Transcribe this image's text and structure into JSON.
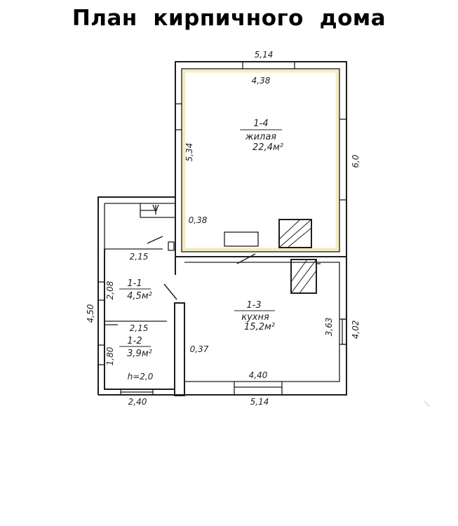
{
  "title": "План  кирпичного  дома",
  "rooms": {
    "living": {
      "number": "1-4",
      "name": "жилая",
      "area": "22,4м²"
    },
    "kitchen": {
      "number": "1-3",
      "name": "кухня",
      "area": "15,2м²"
    },
    "room11": {
      "number": "1-1",
      "area": "4,5м²"
    },
    "room12": {
      "number": "1-2",
      "area": "3,9м²"
    }
  },
  "dimensions": {
    "top_outer": "5,14",
    "top_inner": "4,38",
    "living_left": "5,34",
    "right_outer": "6,0",
    "wall_038": "0,38",
    "vestibule_top": "2,15",
    "room11_height": "2,08",
    "vestibule_mid": "2,15",
    "left_outer": "4,50",
    "room12_height": "1,80",
    "ceiling_height": "h=2,0",
    "bottom_left": "2,40",
    "bottom_right": "5,14",
    "kitchen_wall": "0,37",
    "kitchen_inner_width": "4,40",
    "kitchen_inner_height": "3,63",
    "kitchen_outer_height": "4,02"
  }
}
